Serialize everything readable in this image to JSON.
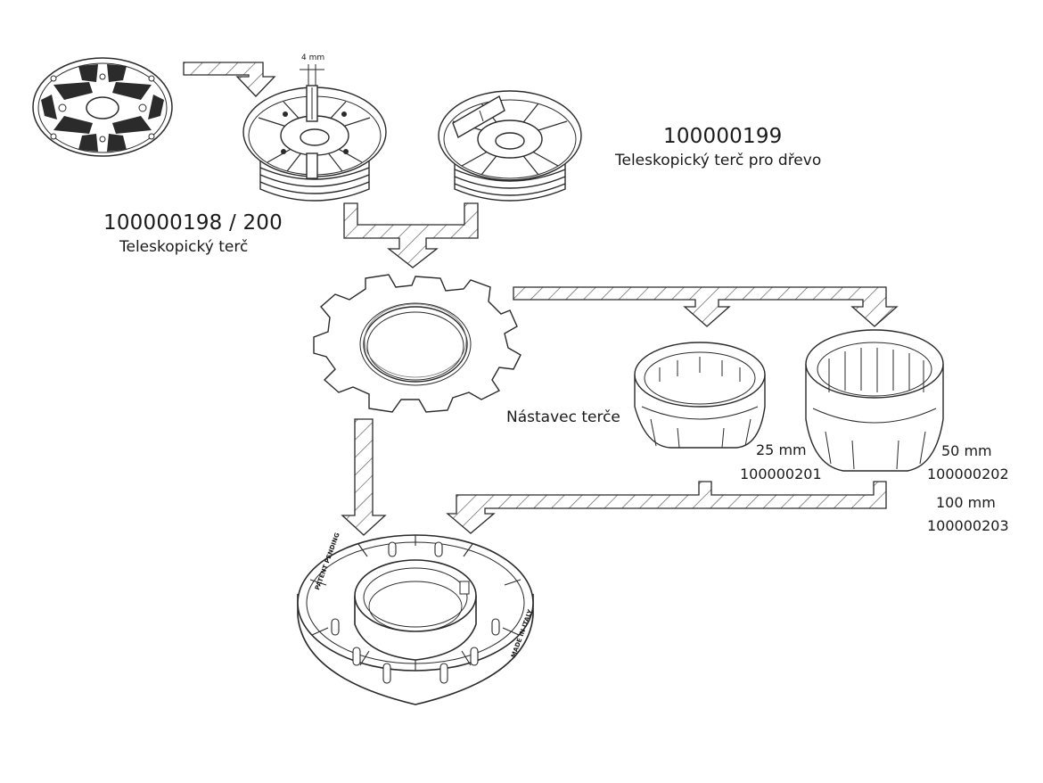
{
  "labels": {
    "telescopic_code": "100000198 / 200",
    "telescopic_name": "Teleskopický terč",
    "wood_code": "100000199",
    "wood_name": "Teleskopický terč pro dřevo",
    "extension_name": "Nástavec terče",
    "ext25_size": "25 mm",
    "ext25_code": "100000201",
    "ext50_size": "50 mm",
    "ext50_code": "100000202",
    "ext100_size": "100 mm",
    "ext100_code": "100000203",
    "gap_dimension": "4 mm"
  },
  "base_text": {
    "left": "PATENT PENDING",
    "right": "MADE IN ITALY"
  },
  "colors": {
    "line": "#2a2a2a",
    "hatch": "#555555",
    "text": "#1a1a1a",
    "background": "#ffffff"
  }
}
